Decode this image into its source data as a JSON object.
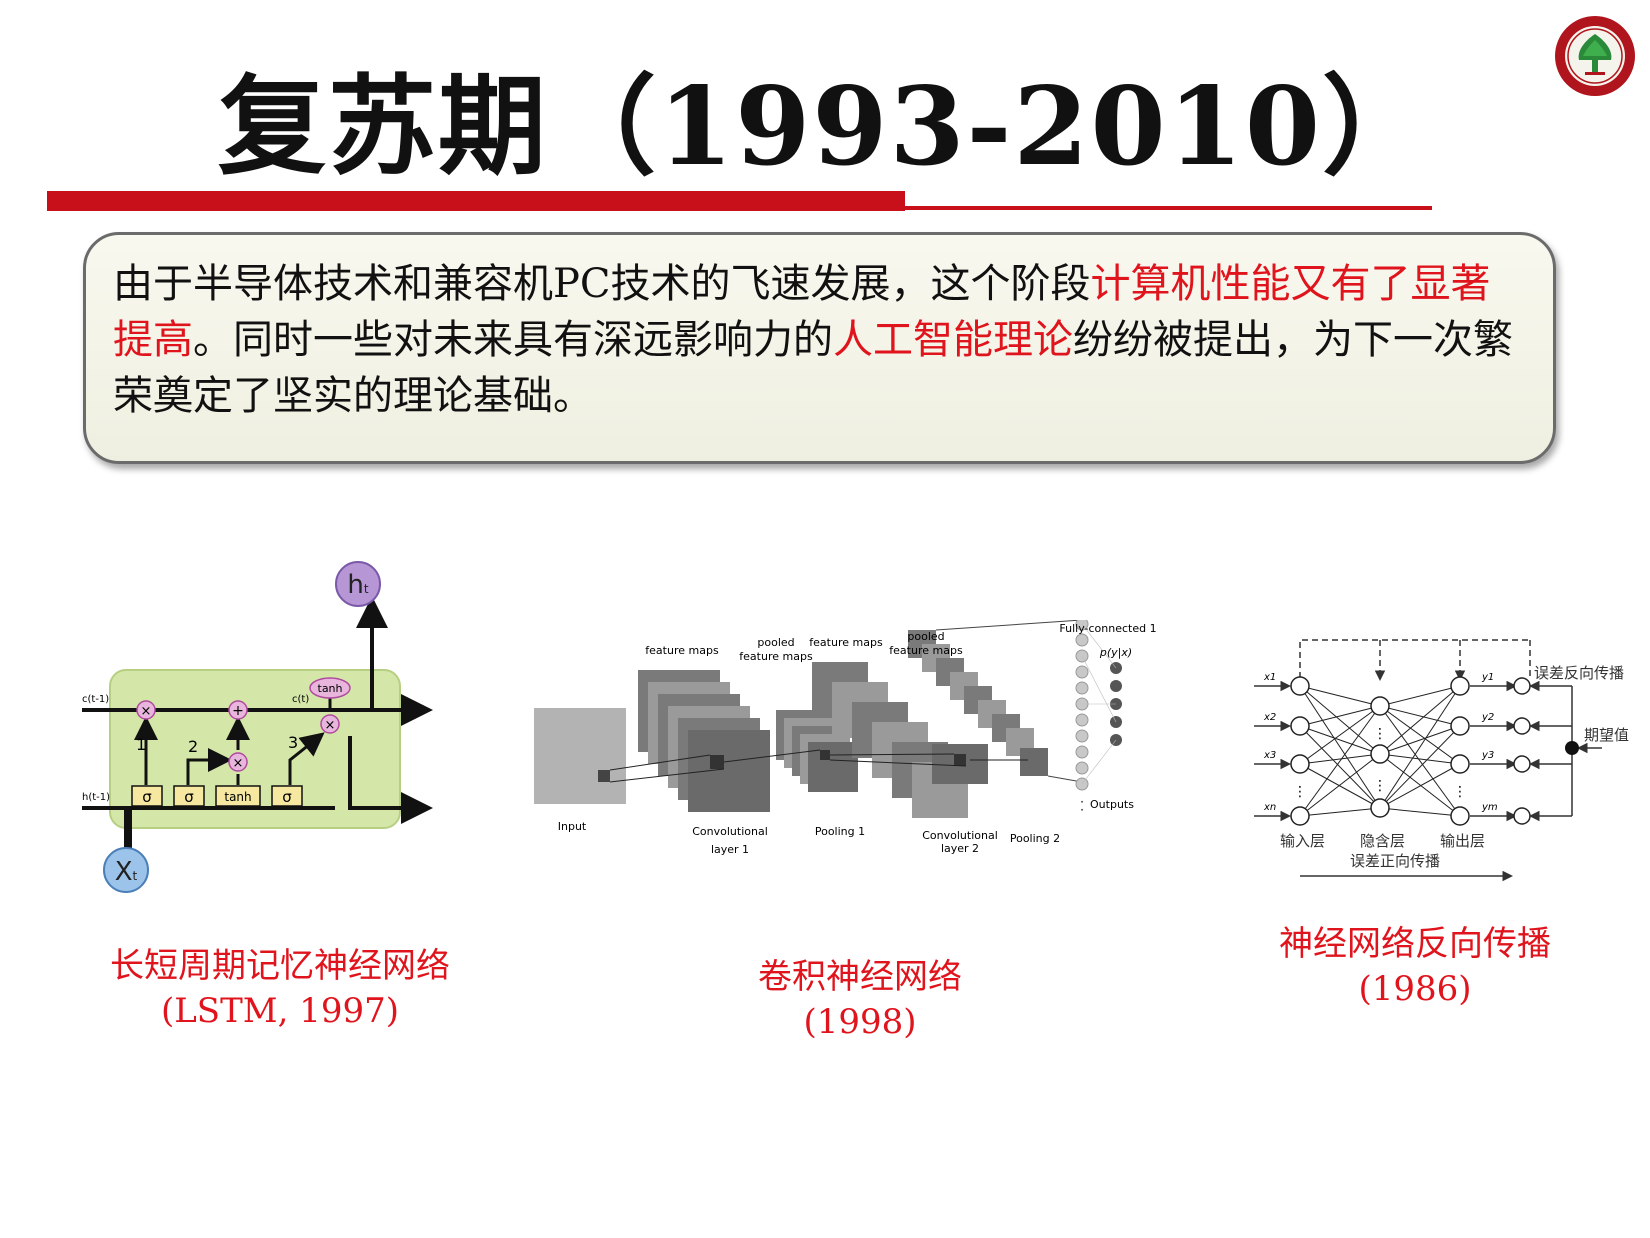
{
  "slide": {
    "title": "复苏期（1993-2010）",
    "accent_color": "#c8101a",
    "highlight_color": "#e0141c"
  },
  "intro": {
    "part1": "由于半导体技术和兼容机PC技术的飞速发展，这个阶段",
    "highlight1": "计算机性能又有了显著提高",
    "part2": "。同时一些对未来具有深远影响力的",
    "highlight2": "人工智能理论",
    "part3": "纷纷被提出，为下一次繁荣奠定了坚实的理论基础。"
  },
  "lstm": {
    "caption_line1": "长短周期记忆神经网络",
    "caption_line2": "(LSTM, 1997)",
    "node_output": "h",
    "node_output_sub": "t",
    "node_input": "X",
    "node_input_sub": "t",
    "cell_in": "c(t-1)",
    "cell_out": "c(t)",
    "hidden_in": "h(t-1)",
    "gate_labels": [
      "1",
      "2",
      "3"
    ],
    "sigma": "σ",
    "tanh": "tanh",
    "times": "×",
    "plus": "+"
  },
  "cnn": {
    "caption_line1": "卷积神经网络",
    "caption_line2": "(1998)",
    "label_feature_maps_1": "feature maps",
    "label_pooled_1_a": "pooled",
    "label_pooled_1_b": "feature maps",
    "label_feature_maps_2": "feature maps",
    "label_pooled_2_a": "pooled",
    "label_pooled_2_b": "feature maps",
    "label_fc": "Fully-connected 1",
    "label_prob": "p(y|x)",
    "label_input": "Input",
    "label_conv1_a": "Convolutional",
    "label_conv1_b": "layer 1",
    "label_pool1": "Pooling 1",
    "label_conv2_a": "Convolutional",
    "label_conv2_b": "layer 2",
    "label_pool2": "Pooling 2",
    "label_outputs": "Outputs"
  },
  "bp": {
    "caption_line1": "神经网络反向传播",
    "caption_line2": "(1986)",
    "label_back": "误差反向传播",
    "label_expected": "期望值",
    "label_input_layer": "输入层",
    "label_hidden_layer": "隐含层",
    "label_output_layer": "输出层",
    "label_forward": "误差正向传播",
    "x_labels": [
      "x1",
      "x2",
      "x3",
      "xn"
    ],
    "y_labels": [
      "y1",
      "y2",
      "y3",
      "ym"
    ]
  }
}
